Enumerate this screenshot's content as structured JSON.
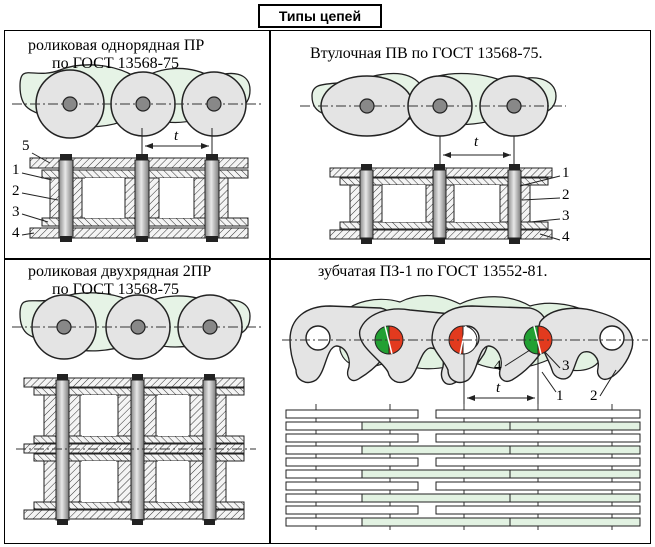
{
  "title": "Типы цепей",
  "panels": {
    "roller_single": {
      "caption_line1": "роликовая однорядная ПР",
      "caption_line2": "по ГОСТ 13568-75",
      "pitch_label": "t",
      "callouts": [
        "5",
        "1",
        "2",
        "3",
        "4"
      ]
    },
    "bushing": {
      "caption": "Втулочная ПВ по ГОСТ 13568-75.",
      "pitch_label": "t",
      "callouts": [
        "1",
        "2",
        "3",
        "4"
      ]
    },
    "roller_double": {
      "caption_line1": "роликовая двухрядная 2ПР",
      "caption_line2": "по ГОСТ 13568-75"
    },
    "toothed": {
      "caption": "зубчатая ПЗ-1 по ГОСТ 13552-81.",
      "pitch_label": "t",
      "callouts": [
        "4",
        "3",
        "1",
        "2"
      ]
    }
  },
  "colors": {
    "link_fill": "#e4e4e4",
    "plate_fill": "#e2f2e2",
    "pin_fill": "#b8b8b8",
    "insert_red": "#e23a1e",
    "insert_green": "#22a033"
  }
}
